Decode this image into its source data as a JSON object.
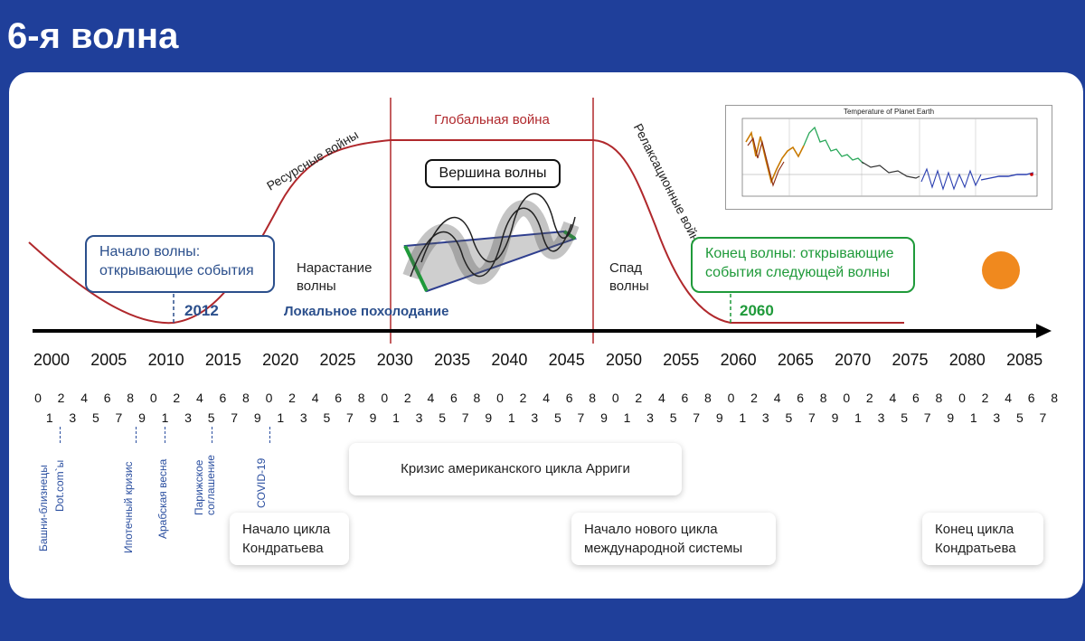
{
  "title": "6-я волна",
  "timeline": {
    "years": [
      "2000",
      "2005",
      "2010",
      "2015",
      "2020",
      "2025",
      "2030",
      "2035",
      "2040",
      "2045",
      "2050",
      "2055",
      "2060",
      "2065",
      "2070",
      "2075",
      "2080",
      "2085"
    ],
    "top_digits": [
      "0",
      "2",
      "4",
      "6",
      "8",
      "0",
      "2",
      "4",
      "6",
      "8",
      "0",
      "2",
      "4",
      "6",
      "8",
      "0",
      "2",
      "4",
      "6",
      "8",
      "0",
      "2",
      "4",
      "6",
      "8",
      "0",
      "2",
      "4",
      "6",
      "8",
      "0",
      "2",
      "4",
      "6",
      "8",
      "0",
      "2",
      "4",
      "6",
      "8",
      "0",
      "2",
      "4",
      "6",
      "8"
    ],
    "bottom_digits": [
      "1",
      "3",
      "5",
      "7",
      "9",
      "1",
      "3",
      "5",
      "7",
      "9",
      "1",
      "3",
      "5",
      "7",
      "9",
      "1",
      "3",
      "5",
      "7",
      "9",
      "1",
      "3",
      "5",
      "7",
      "9",
      "1",
      "3",
      "5",
      "7",
      "9",
      "1",
      "3",
      "5",
      "7",
      "9",
      "1",
      "3",
      "5",
      "7",
      "9",
      "1",
      "3",
      "5",
      "7"
    ]
  },
  "wave": {
    "global_war": "Глобальная война",
    "resource_wars": "Ресурсные войны",
    "relaxation_wars": "Релаксационные войны",
    "peak": "Вершина волны",
    "rise": [
      "Нарастание",
      "волны"
    ],
    "decline": [
      "Спад",
      "волны"
    ],
    "start": [
      "Начало волны:",
      "открывающие события"
    ],
    "end": [
      "Конец волны: открывающие",
      "события следующей волны"
    ],
    "year_start": "2012",
    "year_end": "2060",
    "local_cooling": "Локальное похолодание"
  },
  "thumbnail": {
    "title": "Temperature of Planet Earth"
  },
  "events": [
    "Башни-близнецы",
    "Dot.com`ы",
    "Ипотечный кризис",
    "Арабская весна",
    [
      "Парижское",
      "соглашение"
    ],
    "COVID-19"
  ],
  "cards": {
    "arrighi": "Кризис американского цикла Арриги",
    "kondratiev_start": [
      "Начало цикла",
      "Кондратьева"
    ],
    "new_system": [
      "Начало нового цикла",
      "международной системы"
    ],
    "kondratiev_end": [
      "Конец цикла",
      "Кондратьева"
    ]
  },
  "colors": {
    "background": "#1f3f9a",
    "curve": "#b0282c",
    "navy": "#2b4f8c",
    "green": "#1f9a3a",
    "orange": "#f0891e"
  }
}
